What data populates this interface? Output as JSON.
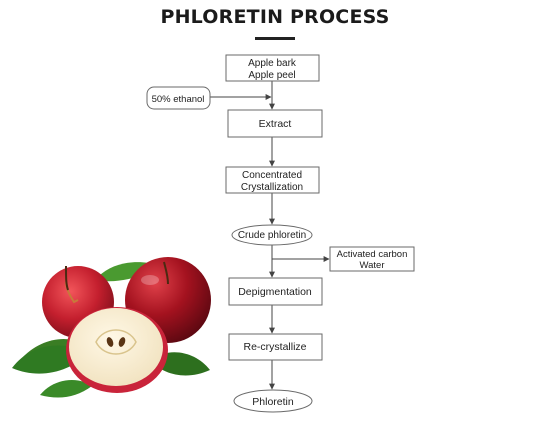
{
  "title": "PHLORETIN PROCESS",
  "nodes": {
    "raw_material": [
      "Apple bark",
      "Apple peel"
    ],
    "ethanol": "50% ethanol",
    "extract": "Extract",
    "concentrate": [
      "Concentrated",
      "Crystallization"
    ],
    "crude": "Crude phloretin",
    "carbon": [
      "Activated carbon",
      "Water"
    ],
    "depigment": "Depigmentation",
    "recrystallize": "Re-crystallize",
    "product": "Phloretin"
  },
  "colors": {
    "box_stroke": "#6a6a6a",
    "arrow": "#444444",
    "apple_red": "#b3182c",
    "leaf_green": "#3e8a2a"
  },
  "illustration": "apples-with-leaves"
}
